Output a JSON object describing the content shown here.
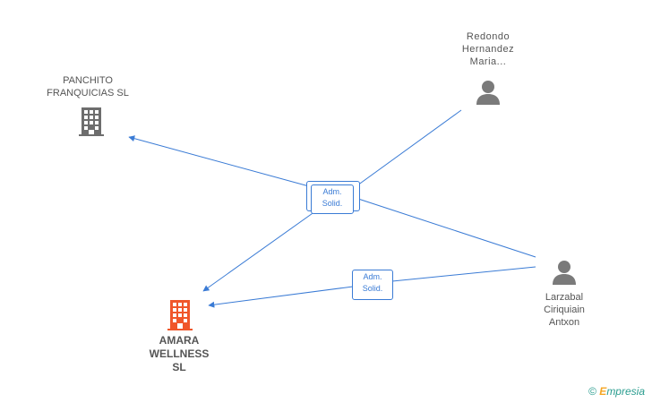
{
  "nodes": {
    "panchito": {
      "label_lines": [
        "PANCHITO",
        "FRANQUICIAS SL"
      ],
      "kind": "company"
    },
    "amara": {
      "label_lines": [
        "AMARA",
        "WELLNESS",
        "SL"
      ],
      "kind": "company-main"
    },
    "redondo": {
      "label_lines": [
        "Redondo",
        "Hernandez",
        "Maria..."
      ],
      "kind": "person"
    },
    "larzabal": {
      "label_lines": [
        "Larzabal",
        "Ciriquiain",
        "Antxon"
      ],
      "kind": "person"
    }
  },
  "roles": {
    "upper": {
      "lines": [
        "Adm.",
        "Solid."
      ]
    },
    "lower": {
      "lines": [
        "Adm.",
        "Solid."
      ]
    }
  },
  "colors": {
    "edge": "#3a7bd5",
    "company_icon": "#6d6d6d",
    "main_company_icon": "#f0562a",
    "person_icon": "#7a7a7a"
  },
  "footer": {
    "copyright": "©",
    "brand_first": "E",
    "brand_rest": "mpresia"
  }
}
